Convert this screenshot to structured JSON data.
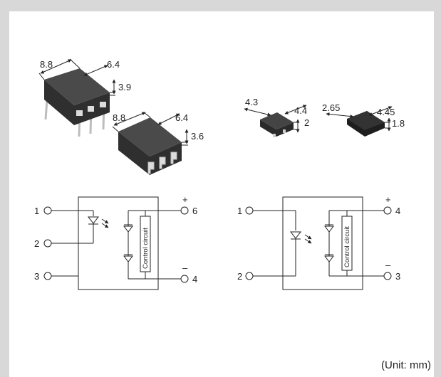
{
  "packages": {
    "dip6": {
      "length": "8.8",
      "width": "6.4",
      "height": "3.9"
    },
    "smd6": {
      "length": "8.8",
      "width": "6.4",
      "height": "3.6"
    },
    "small4": {
      "length": "4.3",
      "width": "4.4",
      "height": "2"
    },
    "tiny4": {
      "length": "2.65",
      "width": "4.45",
      "height": "1.8"
    }
  },
  "circuit6": {
    "pins": [
      "1",
      "2",
      "3",
      "6",
      "4"
    ],
    "plus": "+",
    "minus": "–",
    "block_label": "Control circuit"
  },
  "circuit4": {
    "pins": [
      "1",
      "2",
      "4",
      "3"
    ],
    "plus": "+",
    "minus": "–",
    "block_label": "Control circuit"
  },
  "unit_note": "(Unit: mm)",
  "colors": {
    "body": "#3b3b3b",
    "body_top": "#555555",
    "lead": "#d9d9d9",
    "line": "#222222",
    "frame": "#d8d8d8"
  }
}
